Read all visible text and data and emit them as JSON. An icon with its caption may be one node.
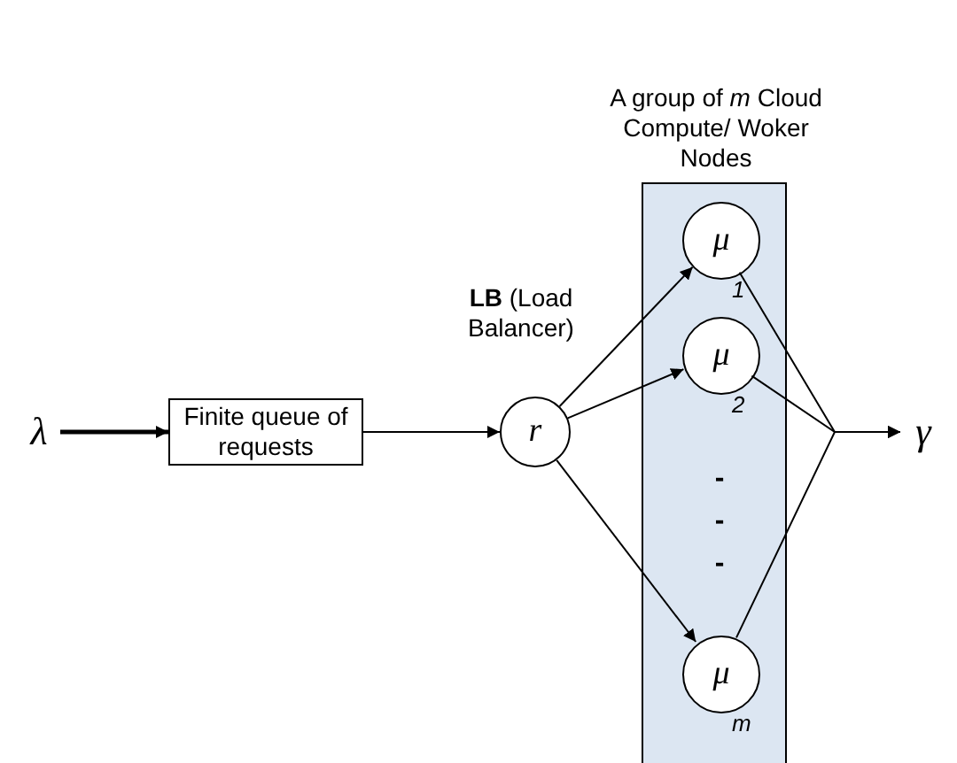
{
  "diagram": {
    "nodes": [
      {
        "text": [
          "A group of *m* Cloud Compute/ Woker Nodes"
        ]
      },
      {
        "text": [
          "λ"
        ]
      },
      {
        "text": [
          "Finite queue of requests"
        ]
      },
      {
        "text": [
          "r"
        ],
        "beside": [
          "**LB** (Load Balancer)"
        ]
      },
      {
        "text": [
          "μ"
        ],
        "in": 0,
        "beside": [
          "1"
        ]
      },
      {
        "text": [
          "μ"
        ],
        "in": 0,
        "beside": [
          "2"
        ]
      },
      {
        "text": [
          "μ"
        ],
        "in": 0,
        "beside": [
          "m"
        ]
      },
      {
        "text": [
          "γ"
        ]
      }
    ],
    "edges": [
      {
        "from": 1,
        "to": 2,
        "arrow": "to",
        "style": "thick"
      },
      {
        "from": 2,
        "to": 3,
        "arrow": "to"
      },
      {
        "from": 3,
        "to": 4,
        "arrow": "to"
      },
      {
        "from": 3,
        "to": 5,
        "arrow": "to"
      },
      {
        "from": 3,
        "to": 6,
        "arrow": "to"
      },
      {
        "from": 4,
        "to": 7,
        "arrow": "to"
      },
      {
        "from": 5,
        "to": 7,
        "arrow": "to"
      },
      {
        "from": 6,
        "to": 7,
        "arrow": "to"
      }
    ],
    "labels": [
      "-",
      "-",
      "-"
    ]
  }
}
